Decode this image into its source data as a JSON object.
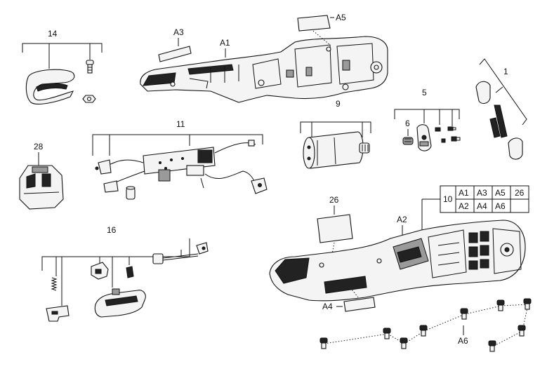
{
  "callouts": {
    "c14": "14",
    "cA3": "A3",
    "cA1": "A1",
    "cA5": "A5",
    "c1": "1",
    "c5": "5",
    "c6": "6",
    "c9": "9",
    "c11": "11",
    "c28": "28",
    "c26": "26",
    "cA2": "A2",
    "c16": "16",
    "cA4": "A4",
    "cA6": "A6"
  },
  "kit_table": {
    "group": "10",
    "row1": [
      "A1",
      "A3",
      "A5",
      "26"
    ],
    "row2": [
      "A2",
      "A4",
      "A6",
      ""
    ]
  }
}
